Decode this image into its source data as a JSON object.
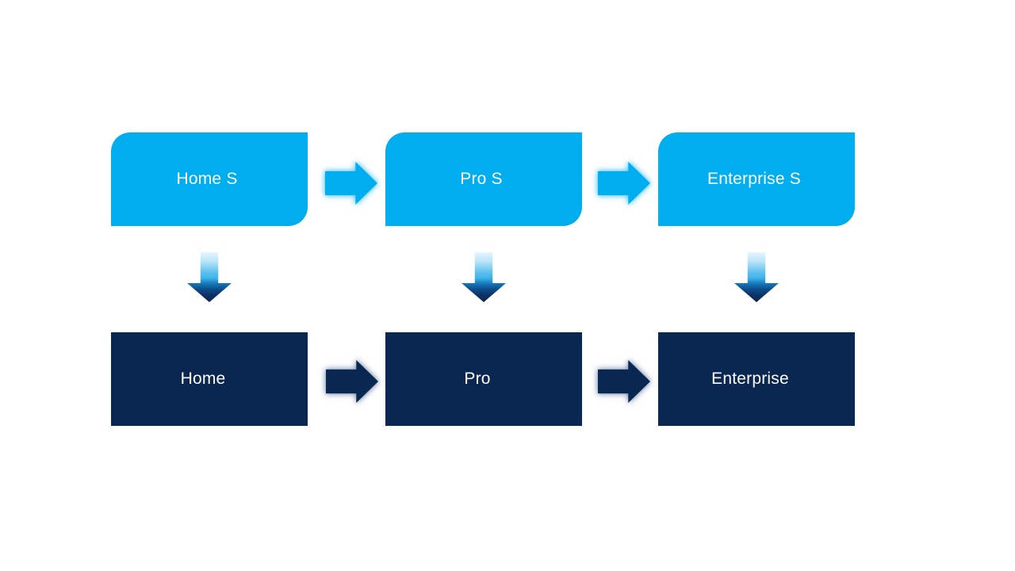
{
  "diagram": {
    "columns": [
      {
        "top_label": "Home S",
        "bottom_label": "Home"
      },
      {
        "top_label": "Pro S",
        "bottom_label": "Pro"
      },
      {
        "top_label": "Enterprise S",
        "bottom_label": "Enterprise"
      }
    ],
    "icons": {
      "right_arrow": "right-arrow-icon",
      "down_arrow": "down-arrow-icon"
    },
    "colors": {
      "background": "#ffffff",
      "box_light_blue": "#00aeef",
      "box_navy": "#0a2752",
      "label_text": "#ffffff",
      "arrow_cyan_glow": "rgba(0,174,239,0.5)",
      "arrow_navy_glow": "rgba(70,95,140,0.5)",
      "down_arrow_top": "#e9f6fd",
      "down_arrow_mid": "#3fb3ea",
      "down_arrow_bottom": "#0e2147"
    }
  }
}
